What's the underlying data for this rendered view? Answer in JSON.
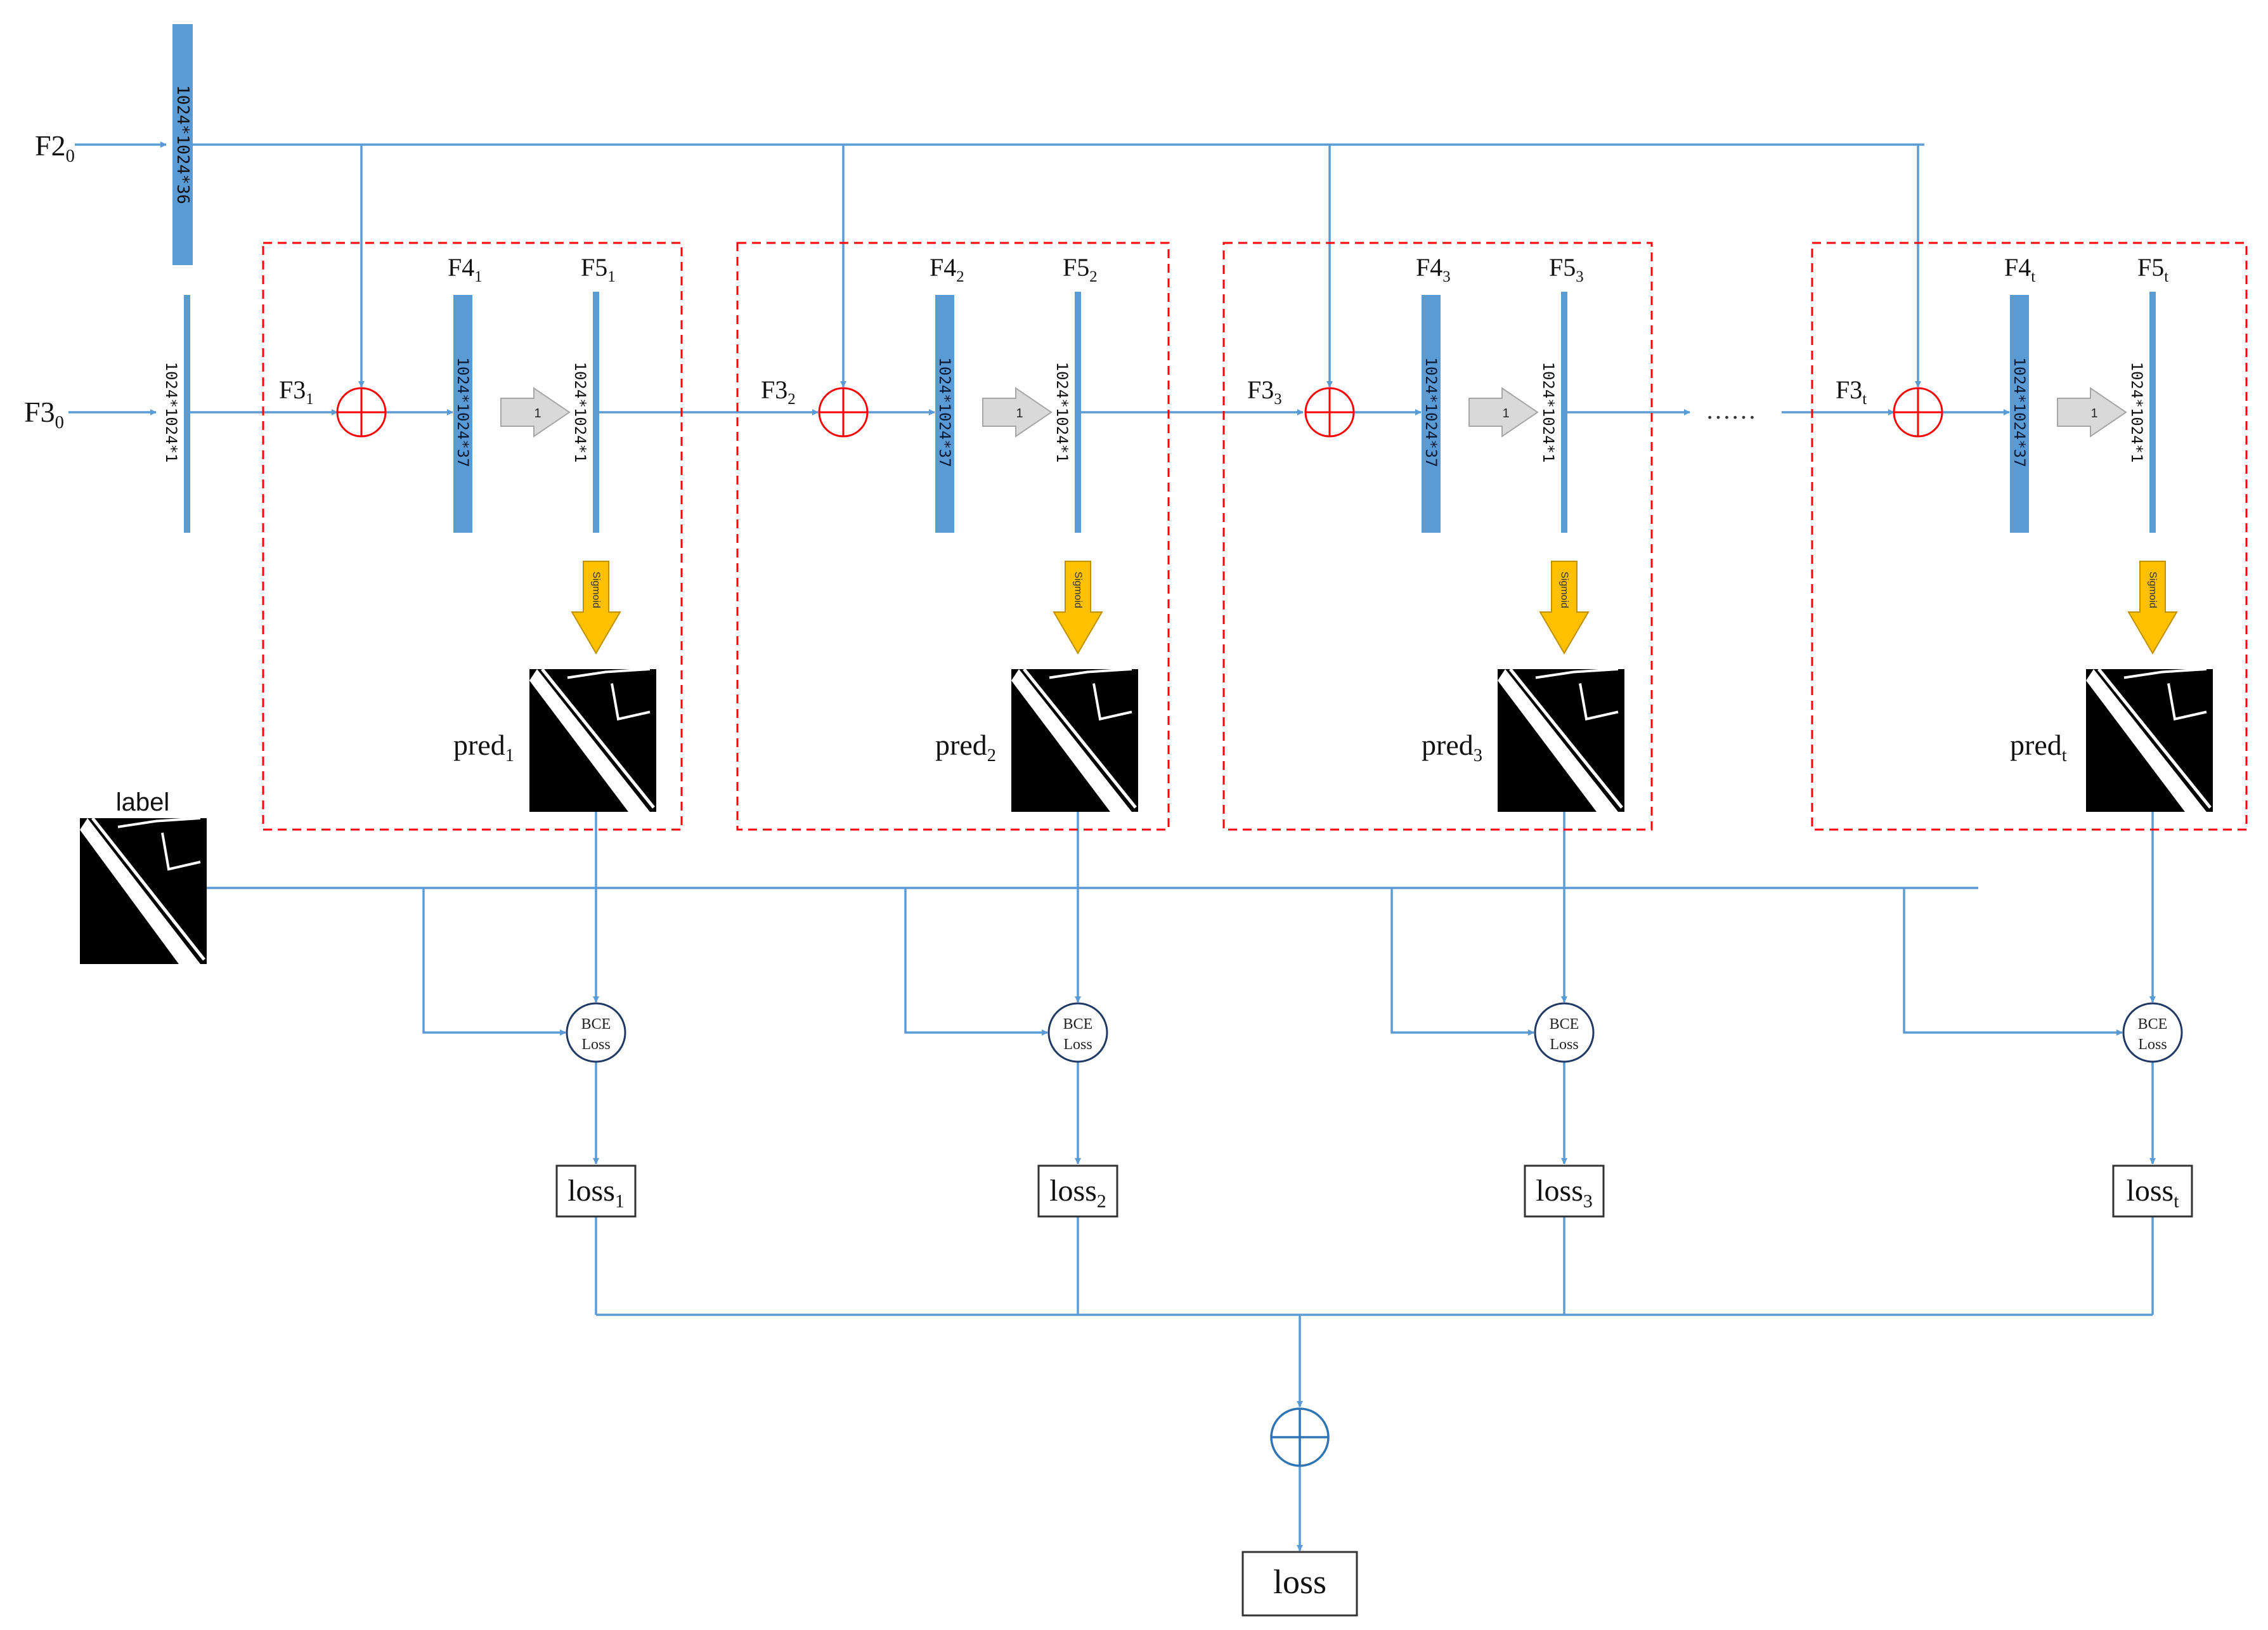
{
  "inputs": {
    "f2": {
      "base": "F2",
      "sub": "0",
      "dims": "1024*1024*36"
    },
    "f3": {
      "base": "F3",
      "sub": "0",
      "dims": "1024*1024*1"
    }
  },
  "stages": [
    {
      "f3": {
        "base": "F3",
        "sub": "1"
      },
      "f4": {
        "base": "F4",
        "sub": "1"
      },
      "f5": {
        "base": "F5",
        "sub": "1"
      },
      "f4_dims": "1024*1024*37",
      "f5_dims": "1024*1024*1",
      "conv_label": "1",
      "sigmoid_label": "Sigmoid",
      "pred": {
        "base": "pred",
        "sub": "1"
      },
      "bce": [
        "BCE",
        "Loss"
      ],
      "loss": {
        "base": "loss",
        "sub": "1"
      }
    },
    {
      "f3": {
        "base": "F3",
        "sub": "2"
      },
      "f4": {
        "base": "F4",
        "sub": "2"
      },
      "f5": {
        "base": "F5",
        "sub": "2"
      },
      "f4_dims": "1024*1024*37",
      "f5_dims": "1024*1024*1",
      "conv_label": "1",
      "sigmoid_label": "Sigmoid",
      "pred": {
        "base": "pred",
        "sub": "2"
      },
      "bce": [
        "BCE",
        "Loss"
      ],
      "loss": {
        "base": "loss",
        "sub": "2"
      }
    },
    {
      "f3": {
        "base": "F3",
        "sub": "3"
      },
      "f4": {
        "base": "F4",
        "sub": "3"
      },
      "f5": {
        "base": "F5",
        "sub": "3"
      },
      "f4_dims": "1024*1024*37",
      "f5_dims": "1024*1024*1",
      "conv_label": "1",
      "sigmoid_label": "Sigmoid",
      "pred": {
        "base": "pred",
        "sub": "3"
      },
      "bce": [
        "BCE",
        "Loss"
      ],
      "loss": {
        "base": "loss",
        "sub": "3"
      }
    },
    {
      "f3": {
        "base": "F3",
        "sub": "t"
      },
      "f4": {
        "base": "F4",
        "sub": "t"
      },
      "f5": {
        "base": "F5",
        "sub": "t"
      },
      "f4_dims": "1024*1024*37",
      "f5_dims": "1024*1024*1",
      "conv_label": "1",
      "sigmoid_label": "Sigmoid",
      "pred": {
        "base": "pred",
        "sub": "t"
      },
      "bce": [
        "BCE",
        "Loss"
      ],
      "loss": {
        "base": "loss",
        "sub": "t"
      }
    }
  ],
  "ellipsis": "……",
  "label_text": "label",
  "final_loss": "loss",
  "colors": {
    "arrow": "#5b9bd5",
    "bar": "#5b9bd5",
    "plus_red": "#ff0000",
    "plus_blue": "#2e75b6",
    "dashed_box": "#ff0000",
    "sigmoid_arrow": "#ffc000",
    "conv_arrow": "#d9d9d9",
    "bce_circle": "#1f3864"
  }
}
